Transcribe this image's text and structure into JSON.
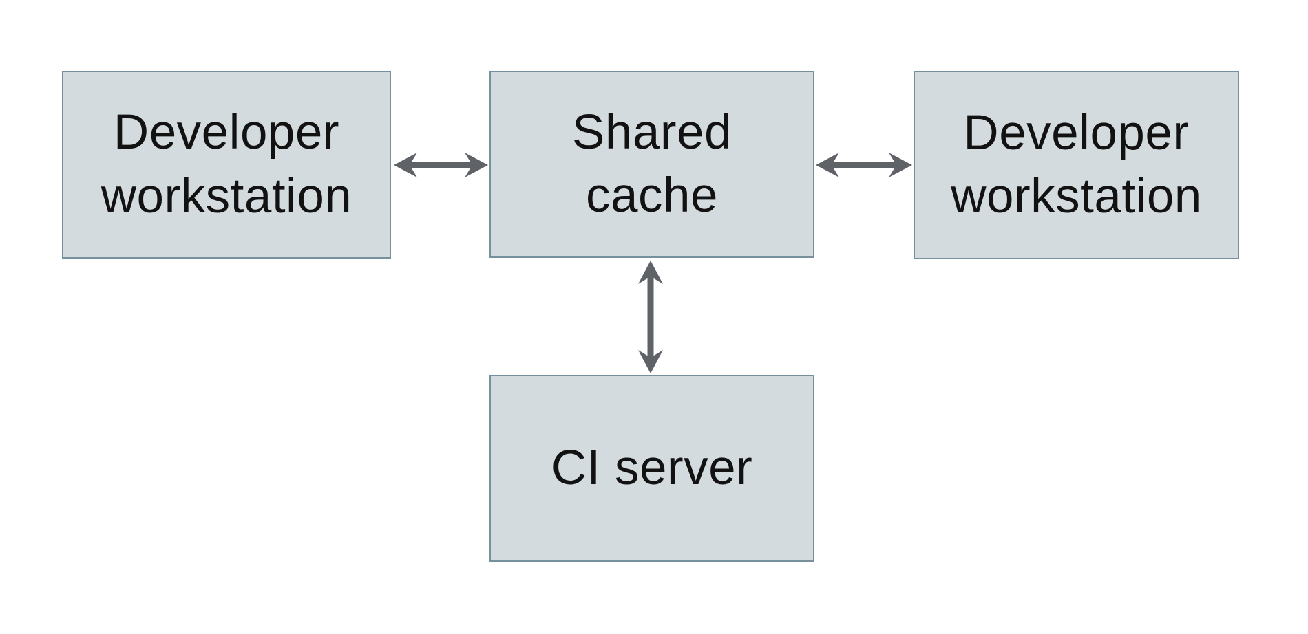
{
  "diagram": {
    "nodes": {
      "workstation_left": {
        "label": "Developer\nworkstation"
      },
      "shared_cache": {
        "label": "Shared\ncache"
      },
      "workstation_right": {
        "label": "Developer\nworkstation"
      },
      "ci_server": {
        "label": "CI server"
      }
    },
    "connections": [
      {
        "from": "workstation_left",
        "to": "shared_cache",
        "type": "bidirectional"
      },
      {
        "from": "shared_cache",
        "to": "workstation_right",
        "type": "bidirectional"
      },
      {
        "from": "shared_cache",
        "to": "ci_server",
        "type": "bidirectional"
      }
    ]
  },
  "colors": {
    "background": "#ffffff",
    "node-fill": "#d4dbde",
    "node-border": "#76909e",
    "arrow": "#5f6368",
    "text": "#121212"
  }
}
